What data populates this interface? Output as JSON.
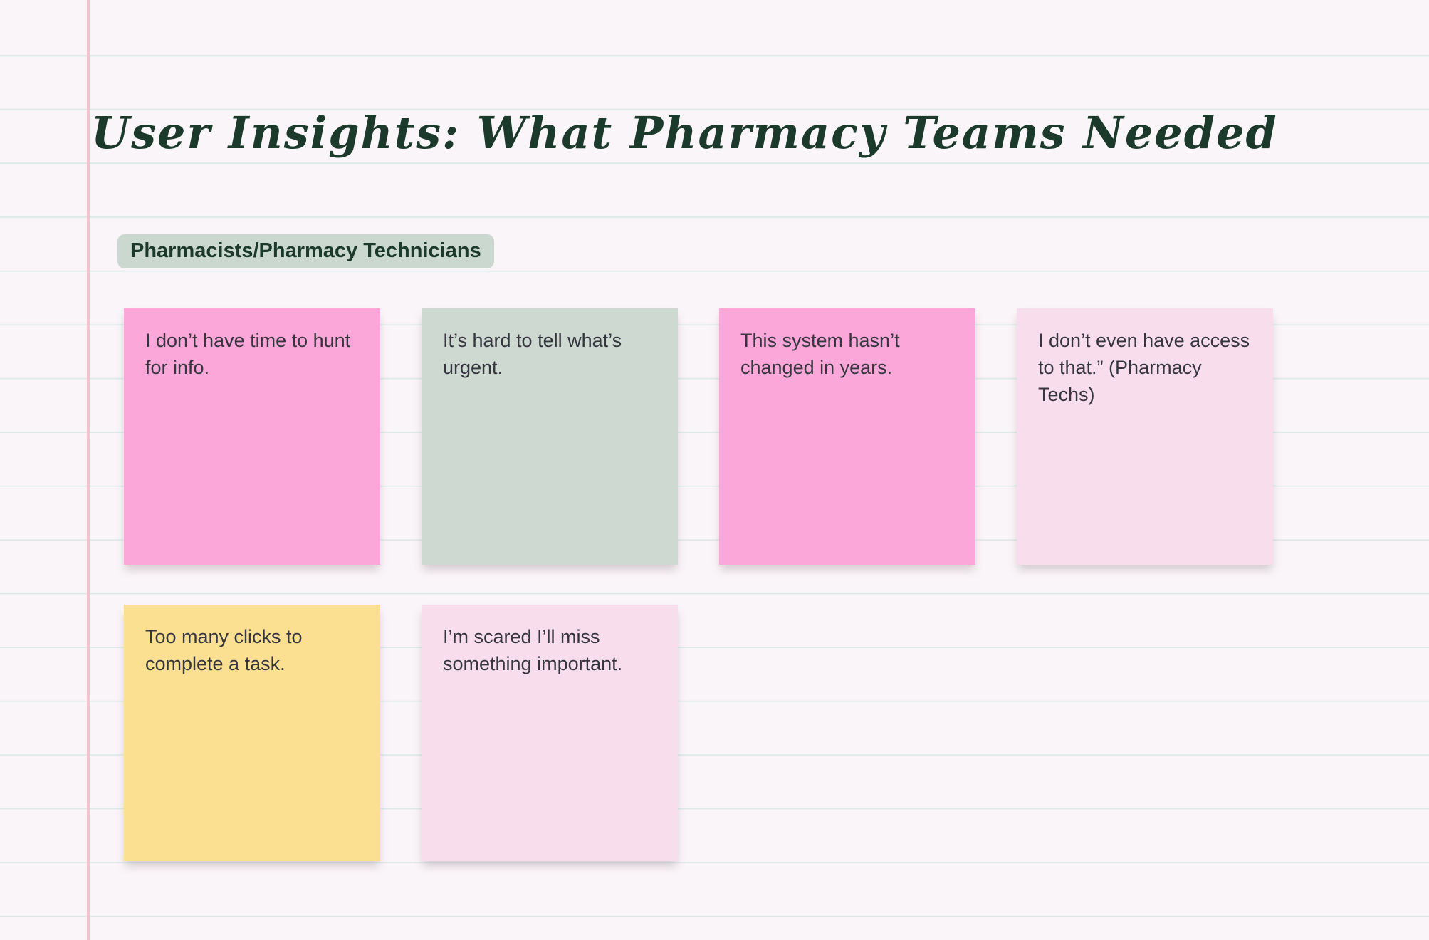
{
  "board": {
    "title": "User Insights: What Pharmacy Teams Needed",
    "section_label": "Pharmacists/Pharmacy Technicians",
    "notes": [
      {
        "text": "I don’t have time to hunt for info.",
        "color": "pink"
      },
      {
        "text": "It’s hard to tell what’s urgent.",
        "color": "sage"
      },
      {
        "text": "This system hasn’t changed in years.",
        "color": "pink"
      },
      {
        "text": "I don’t even have access to that.” (Pharmacy Techs)",
        "color": "lightpink"
      },
      {
        "text": "Too many clicks to complete a task.",
        "color": "yellow"
      },
      {
        "text": "I’m scared I’ll miss something important.",
        "color": "lightpink"
      }
    ]
  },
  "colors": {
    "pink": "#FCA7D9",
    "sage": "#CED9D2",
    "lightpink": "#F8DEED",
    "yellow": "#FBE092",
    "background": "#FAF5F8",
    "ruled_line": "#DCE9E9",
    "margin_line": "#F5C3CD",
    "heading_green": "#1C3A2B",
    "label_bg": "#CBD8D0",
    "note_text": "#36363E"
  }
}
